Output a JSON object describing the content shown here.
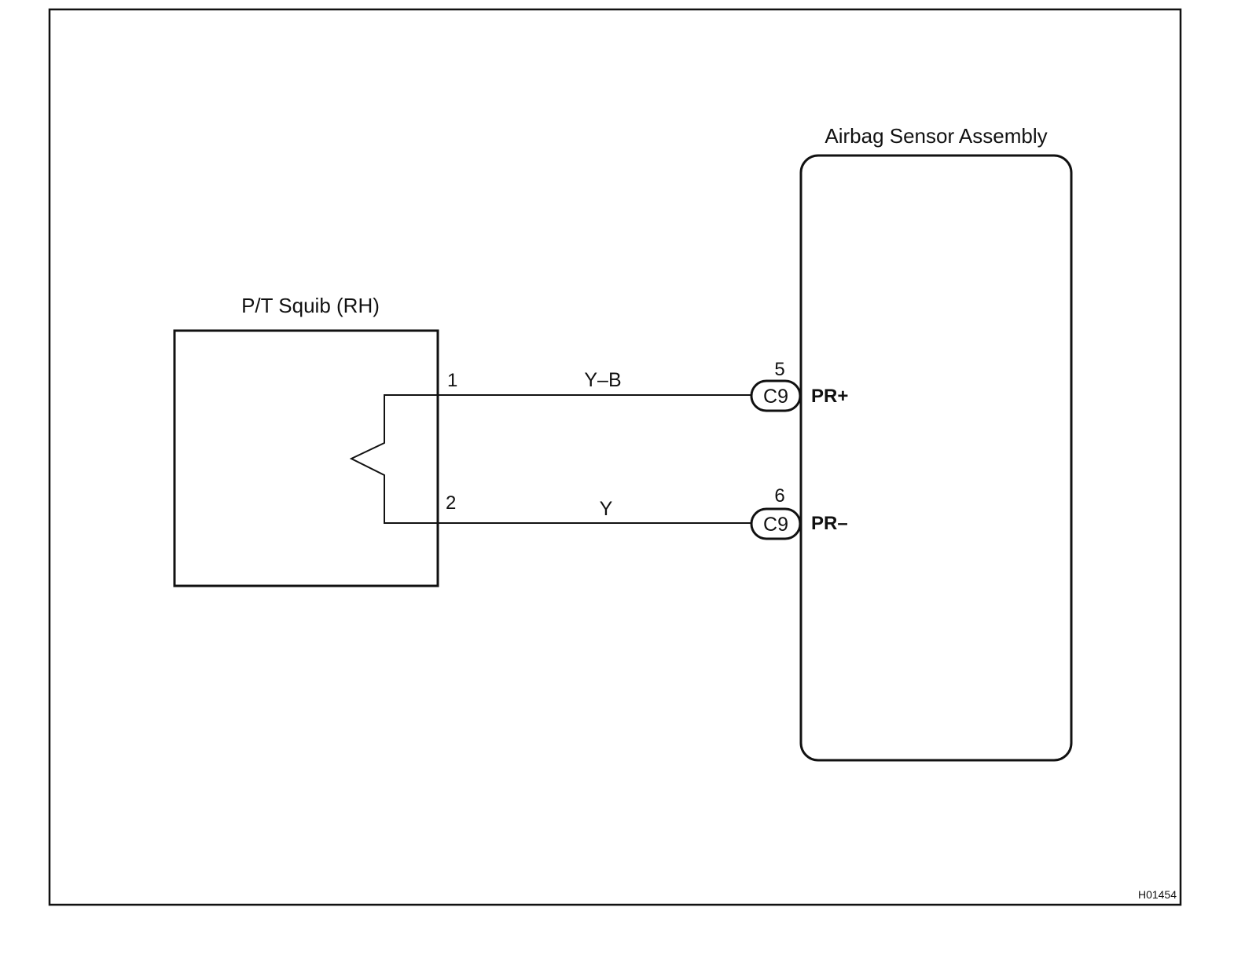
{
  "squib": {
    "title": "P/T Squib (RH)",
    "pin_top": "1",
    "pin_bottom": "2"
  },
  "sensor": {
    "title": "Airbag Sensor Assembly"
  },
  "wires": [
    {
      "color_code": "Y–B",
      "connector": "C9",
      "connector_pin": "5",
      "terminal": "PR+"
    },
    {
      "color_code": "Y",
      "connector": "C9",
      "connector_pin": "6",
      "terminal": "PR–"
    }
  ],
  "figure_id": "H01454"
}
